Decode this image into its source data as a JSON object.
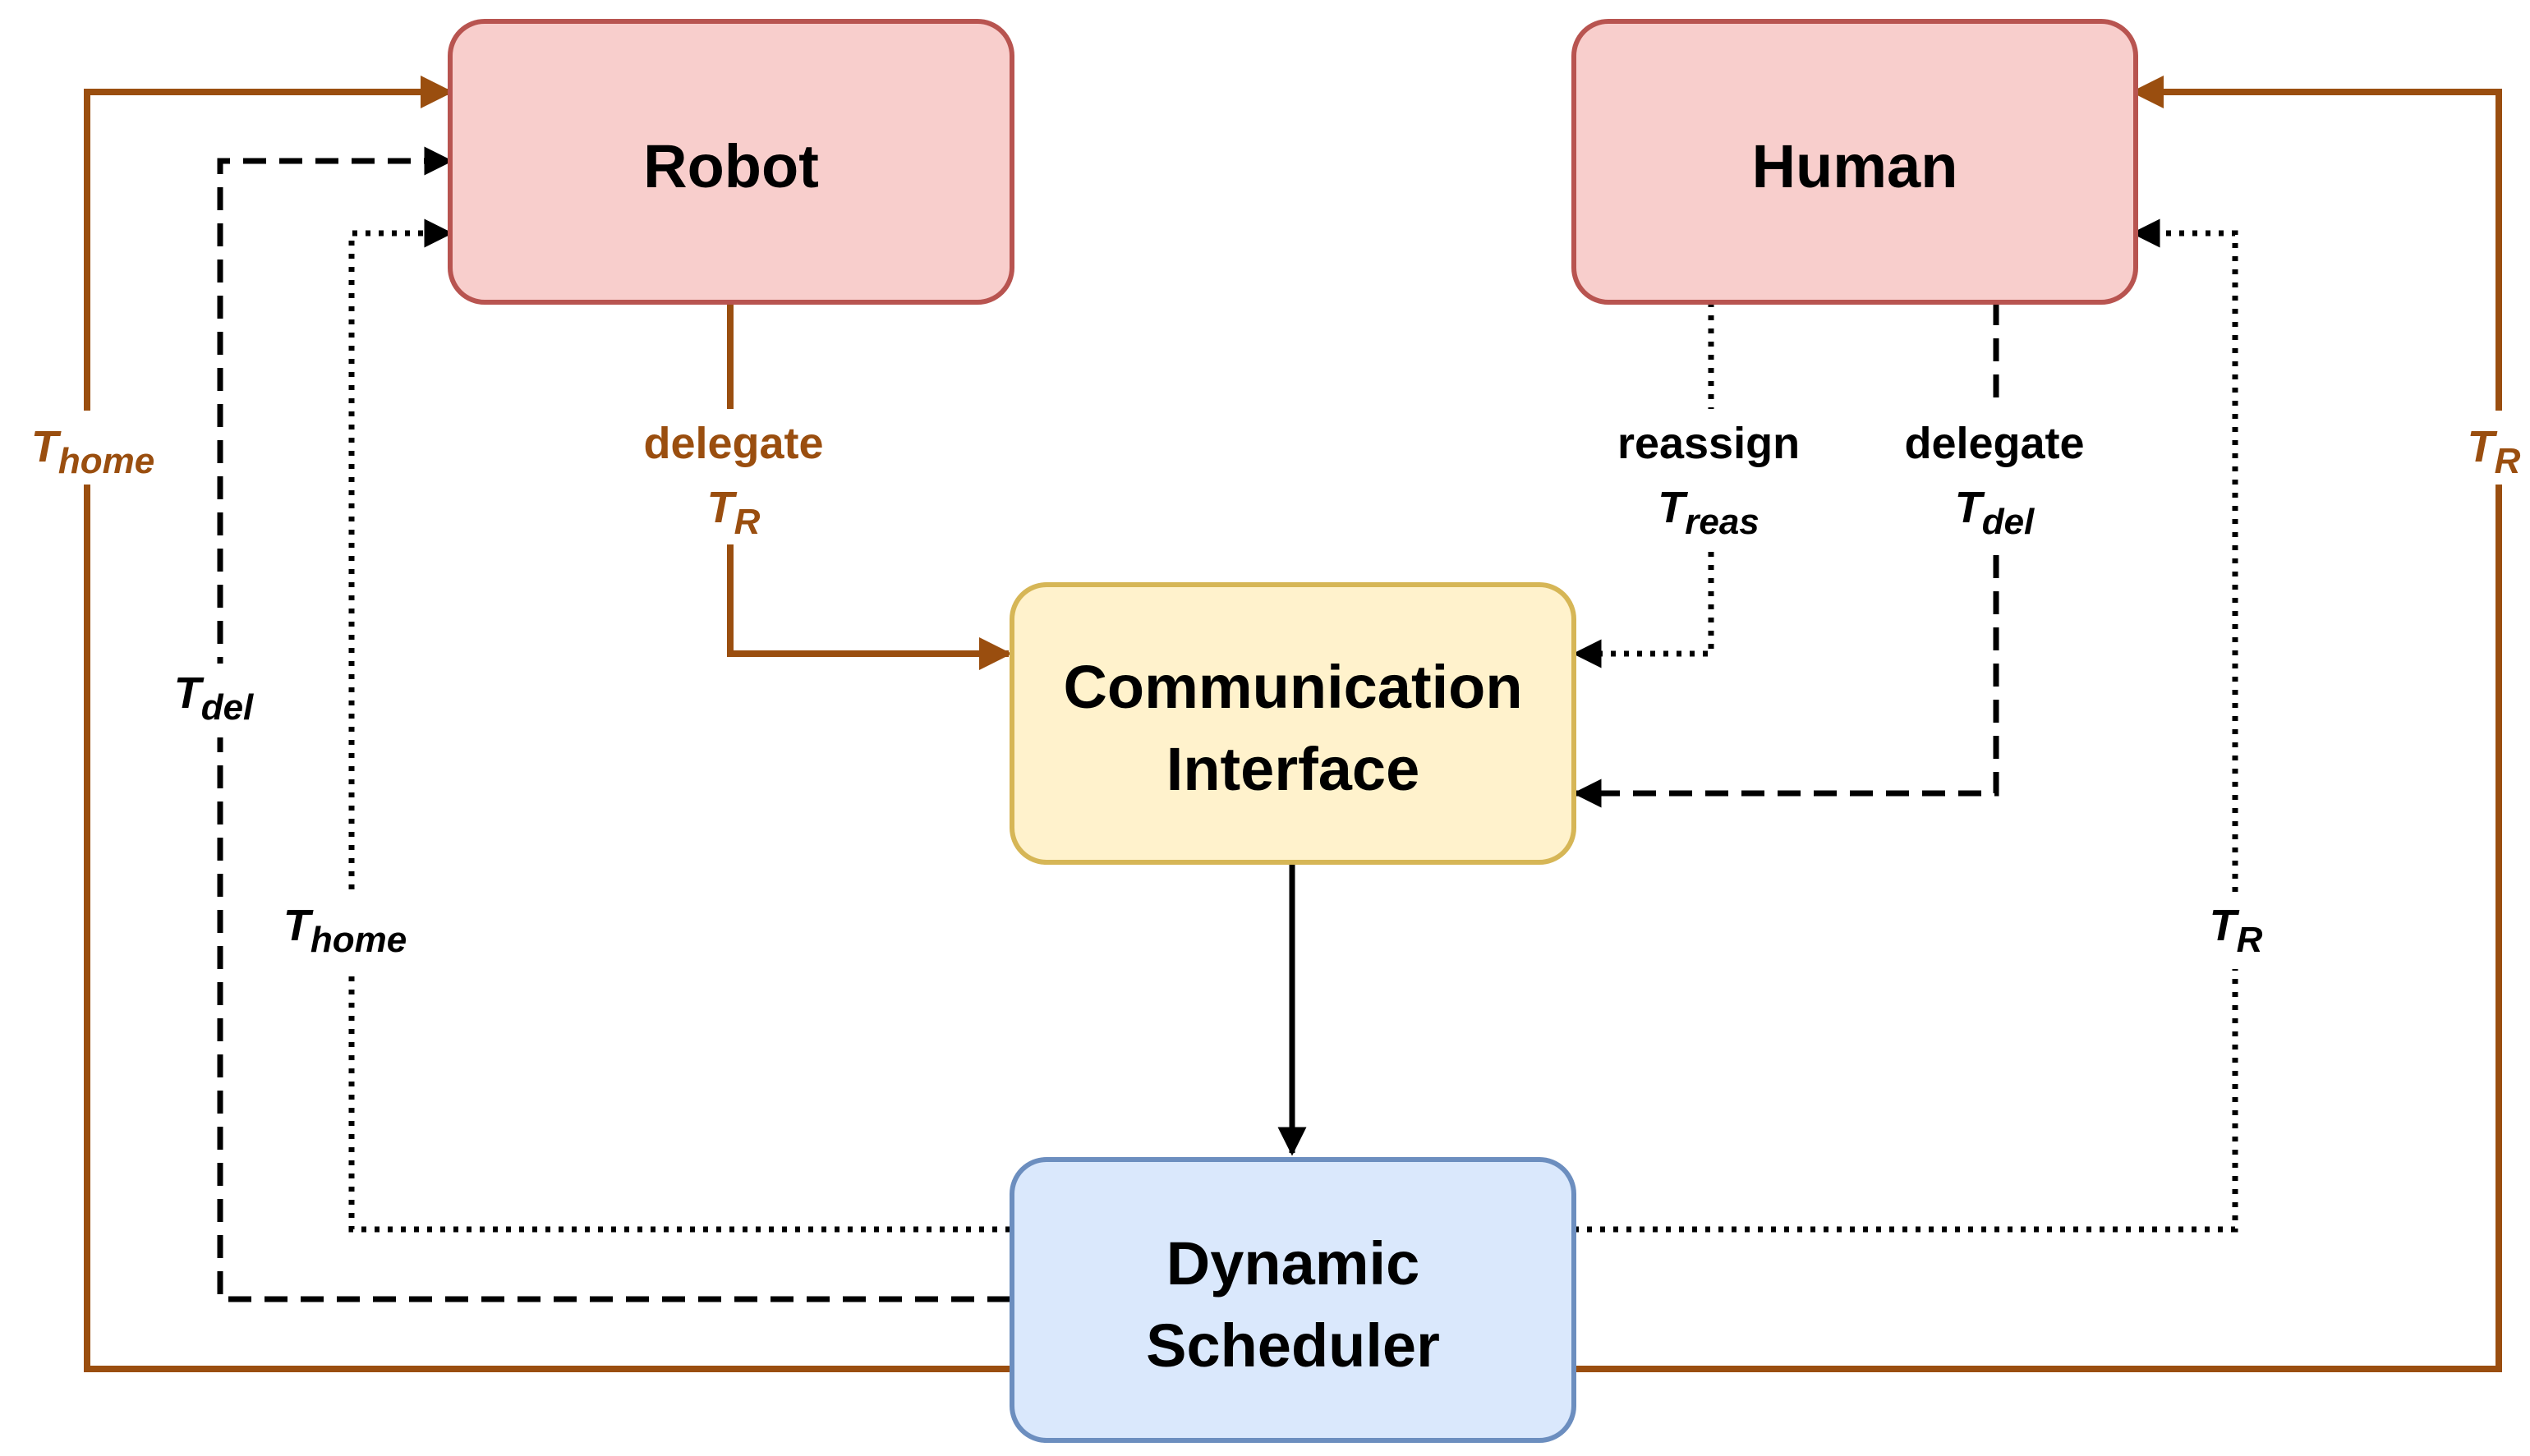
{
  "colors": {
    "robot_human_fill": "#f8cecc",
    "robot_human_stroke": "#b85450",
    "comm_fill": "#fff2cc",
    "comm_stroke": "#d6b656",
    "scheduler_fill": "#dae8fc",
    "scheduler_stroke": "#6c8ebf",
    "brown": "#9a4e0f",
    "black": "#000000"
  },
  "nodes": {
    "robot": {
      "label": "Robot"
    },
    "human": {
      "label": "Human"
    },
    "comm": {
      "line1": "Communication",
      "line2": "Interface"
    },
    "scheduler": {
      "line1": "Dynamic",
      "line2": "Scheduler"
    }
  },
  "edges": {
    "robot_delegate": {
      "word": "delegate",
      "sym": "T",
      "sub": "R"
    },
    "human_reassign": {
      "word": "reassign",
      "sym": "T",
      "sub": "reas"
    },
    "human_delegate": {
      "word": "delegate",
      "sym": "T",
      "sub": "del"
    },
    "outer_left": {
      "sym": "T",
      "sub": "home"
    },
    "mid_left": {
      "sym": "T",
      "sub": "del"
    },
    "inner_left": {
      "sym": "T",
      "sub": "home"
    },
    "outer_right": {
      "sym": "T",
      "sub": "R"
    },
    "inner_right": {
      "sym": "T",
      "sub": "R"
    }
  }
}
